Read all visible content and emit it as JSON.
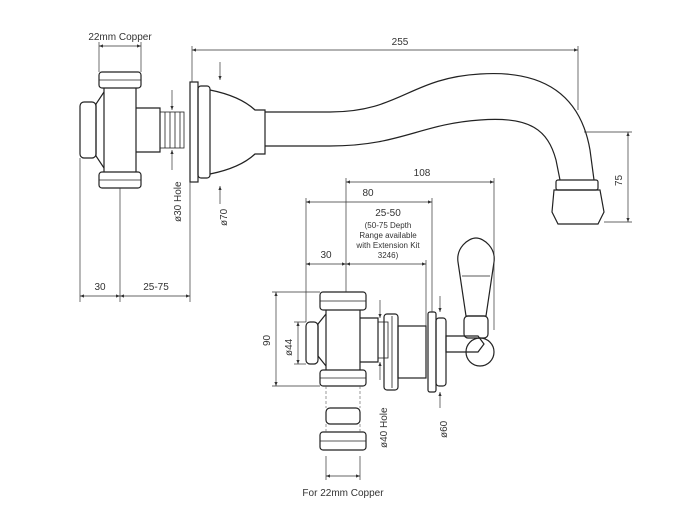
{
  "labels": {
    "copper_top": "22mm Copper",
    "dim_255": "255",
    "hole30": "ø30 Hole",
    "dia70": "ø70",
    "dim_75": "75",
    "dim_30_left": "30",
    "dim_25_75": "25-75",
    "dim_108": "108",
    "dim_80": "80",
    "dim_25_50": "25-50",
    "note_line1": "(50-75 Depth",
    "note_line2": "Range available",
    "note_line3": "with Extension Kit",
    "note_line4": "3246)",
    "dim_30_lower": "30",
    "dim_90": "90",
    "dia44": "ø44",
    "hole40": "ø40 Hole",
    "dia60": "ø60",
    "copper_bottom": "For 22mm Copper"
  }
}
